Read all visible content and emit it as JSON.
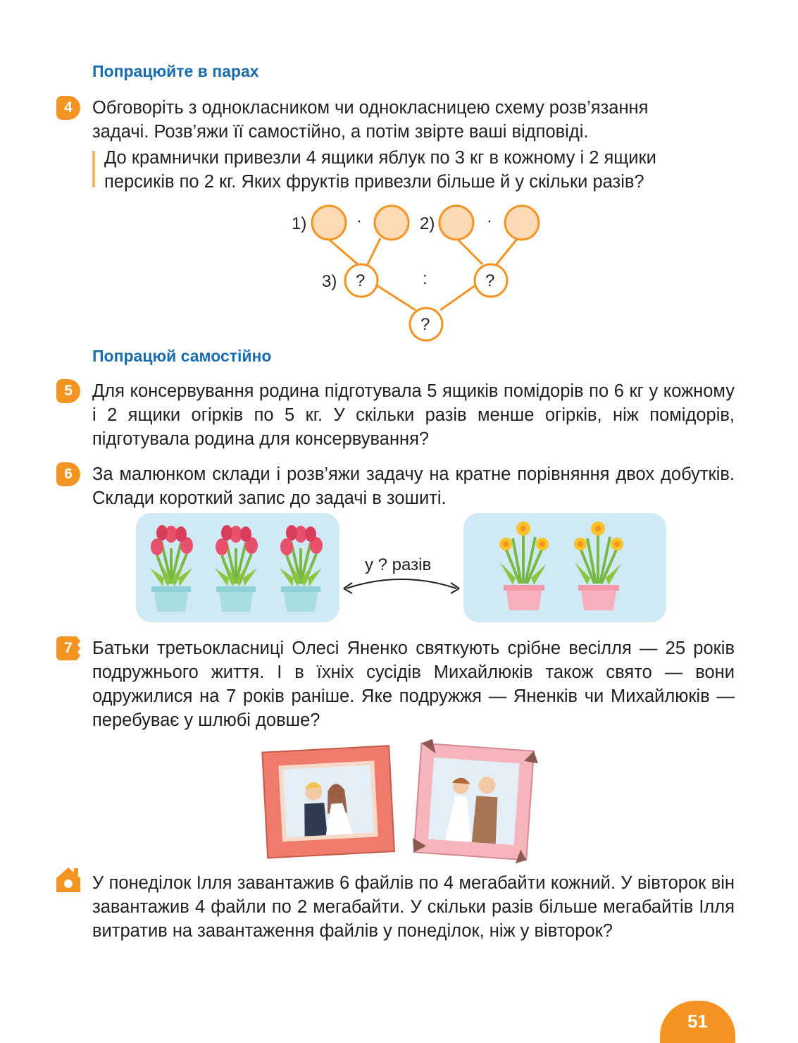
{
  "section1": {
    "heading": "Попрацюйте в парах"
  },
  "task4": {
    "number": "4",
    "line1": "Обговоріть з однокласником чи однокласницею схему розв’язання",
    "line2": "задачі. Розв’яжи її самостійно, а потім звірте ваші відповіді.",
    "problem_line1": "До крамнички привезли 4 ящики яблук по 3 кг в кожному і 2 ящики",
    "problem_line2": "персиків по 2 кг. Яких фруктів привезли більше й у скільки разів?",
    "scheme": {
      "step1": "1)",
      "step2": "2)",
      "step3": "3)",
      "mul": "·",
      "div": ":",
      "unknown": "?"
    }
  },
  "section2": {
    "heading": "Попрацюй самостійно"
  },
  "task5": {
    "number": "5",
    "text": "Для консервування родина підготувала 5 ящиків помідорів по 6 кг у кожному і 2 ящики огірків по 5 кг. У скільки разів менше огірків, ніж помідорів, підготувала родина для консервування?"
  },
  "task6": {
    "number": "6",
    "text": "За малюнком склади і розв’яжи задачу на кратне порівняння двох добутків. Склади короткий запис до задачі в зошиті.",
    "arrow_label": "у ? разів"
  },
  "task7": {
    "number": "7",
    "text": "Батьки третьокласниці Олесі Яненко святкують срібне весілля — 25 років подружнього життя. І в їхніх сусідів Михайлюків також свято — вони одружилися на 7 років раніше. Яке подружжя — Яненків чи Михайлюків — перебуває у шлюбі довше?"
  },
  "homework": {
    "icon": "house-icon",
    "text": "У понеділок Ілля завантажив 6 файлів по 4 мегабайти кожний. У вівторок він завантажив 4 файли по 2 мегабайти. У скільки разів більше мегабайтів Ілля витратив на завантаження файлів у понеділок, ніж у вівторок?"
  },
  "page_number": "51",
  "colors": {
    "accent": "#f39322",
    "heading": "#1a6cb0",
    "panel": "#cfe9f7"
  }
}
